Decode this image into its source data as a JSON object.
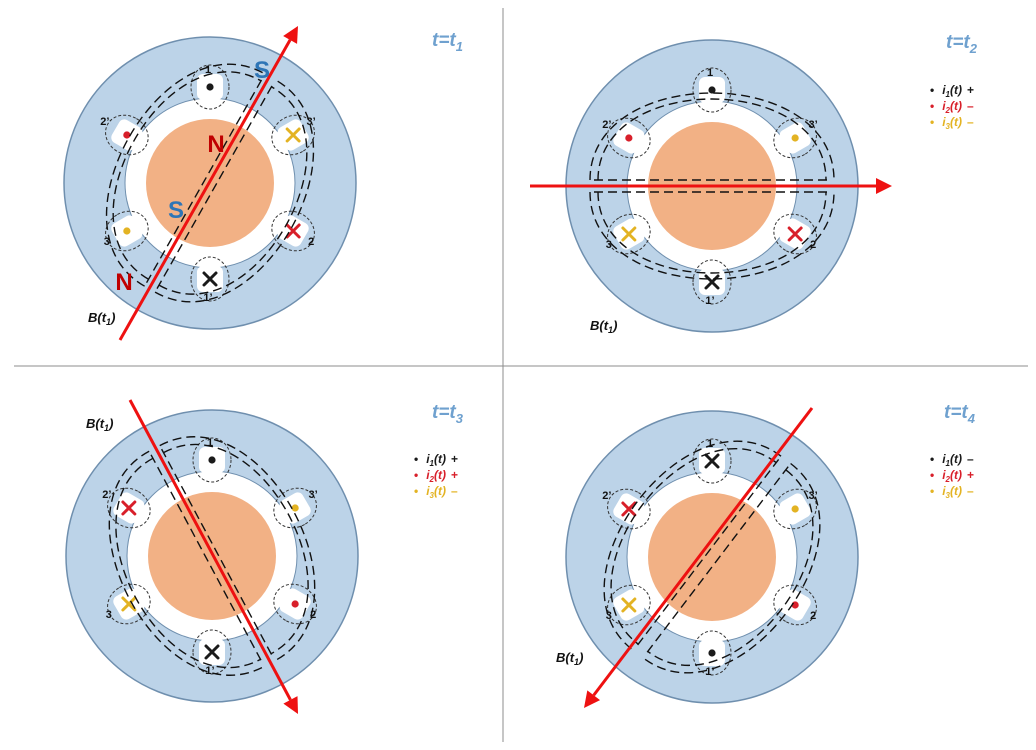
{
  "colors": {
    "stator": "#bcd3e8",
    "stator_edge": "#6f8fae",
    "rotor": "#f2b185",
    "field_arrow": "#ee1111",
    "title": "#6fa1cf",
    "pole_n": "#c00000",
    "pole_s": "#2e75b6",
    "phase1": "#1a1a1a",
    "phase2": "#d81f2a",
    "phase3": "#e3b323"
  },
  "slot_labels": {
    "s1": "1",
    "s1p": "1’",
    "s2": "2",
    "s2p": "2’",
    "s3": "3",
    "s3p": "3’"
  },
  "marks": {
    "dot": "•",
    "cross": "✕"
  },
  "panels": [
    {
      "title_main": "t=t",
      "title_sub": "1",
      "field_label_main": "B(t",
      "field_label_sub": "1",
      "field_label_close": ")",
      "slots": {
        "s1": "dot",
        "s1p": "cross",
        "s2": "cross",
        "s2p": "dot",
        "s3": "dot",
        "s3p": "cross"
      },
      "poles": [
        {
          "letter": "S",
          "kind": "s"
        },
        {
          "letter": "N",
          "kind": "n"
        },
        {
          "letter": "S",
          "kind": "s"
        },
        {
          "letter": "N",
          "kind": "n"
        }
      ],
      "legend": []
    },
    {
      "title_main": "t=t",
      "title_sub": "2",
      "field_label_main": "B(t",
      "field_label_sub": "1",
      "field_label_close": ")",
      "slots": {
        "s1": "dot",
        "s1p": "cross",
        "s2": "cross",
        "s2p": "dot",
        "s3": "cross",
        "s3p": "dot"
      },
      "poles": [],
      "legend": [
        {
          "bullet": "•",
          "main": "i",
          "sub": "1",
          "rest": "(t)",
          "sign": "+",
          "color": "#1a1a1a"
        },
        {
          "bullet": "•",
          "main": "i",
          "sub": "2",
          "rest": "(t)",
          "sign": "–",
          "color": "#d81f2a"
        },
        {
          "bullet": "•",
          "main": "i",
          "sub": "3",
          "rest": "(t)",
          "sign": "–",
          "color": "#e3b323"
        }
      ]
    },
    {
      "title_main": "t=t",
      "title_sub": "3",
      "field_label_main": "B(t",
      "field_label_sub": "1",
      "field_label_close": ")",
      "slots": {
        "s1": "dot",
        "s1p": "cross",
        "s2": "dot",
        "s2p": "cross",
        "s3": "cross",
        "s3p": "dot"
      },
      "poles": [],
      "legend": [
        {
          "bullet": "•",
          "main": "i",
          "sub": "1",
          "rest": "(t)",
          "sign": "+",
          "color": "#1a1a1a"
        },
        {
          "bullet": "•",
          "main": "i",
          "sub": "2",
          "rest": "(t)",
          "sign": "+",
          "color": "#d81f2a"
        },
        {
          "bullet": "•",
          "main": "i",
          "sub": "3",
          "rest": "(t)",
          "sign": "–",
          "color": "#e3b323"
        }
      ]
    },
    {
      "title_main": "t=t",
      "title_sub": "4",
      "field_label_main": "B(t",
      "field_label_sub": "1",
      "field_label_close": ")",
      "slots": {
        "s1": "cross",
        "s1p": "dot",
        "s2": "dot",
        "s2p": "cross",
        "s3": "cross",
        "s3p": "dot"
      },
      "poles": [],
      "legend": [
        {
          "bullet": "•",
          "main": "i",
          "sub": "1",
          "rest": "(t)",
          "sign": "–",
          "color": "#1a1a1a"
        },
        {
          "bullet": "•",
          "main": "i",
          "sub": "2",
          "rest": "(t)",
          "sign": "+",
          "color": "#d81f2a"
        },
        {
          "bullet": "•",
          "main": "i",
          "sub": "3",
          "rest": "(t)",
          "sign": "–",
          "color": "#e3b323"
        }
      ]
    }
  ]
}
